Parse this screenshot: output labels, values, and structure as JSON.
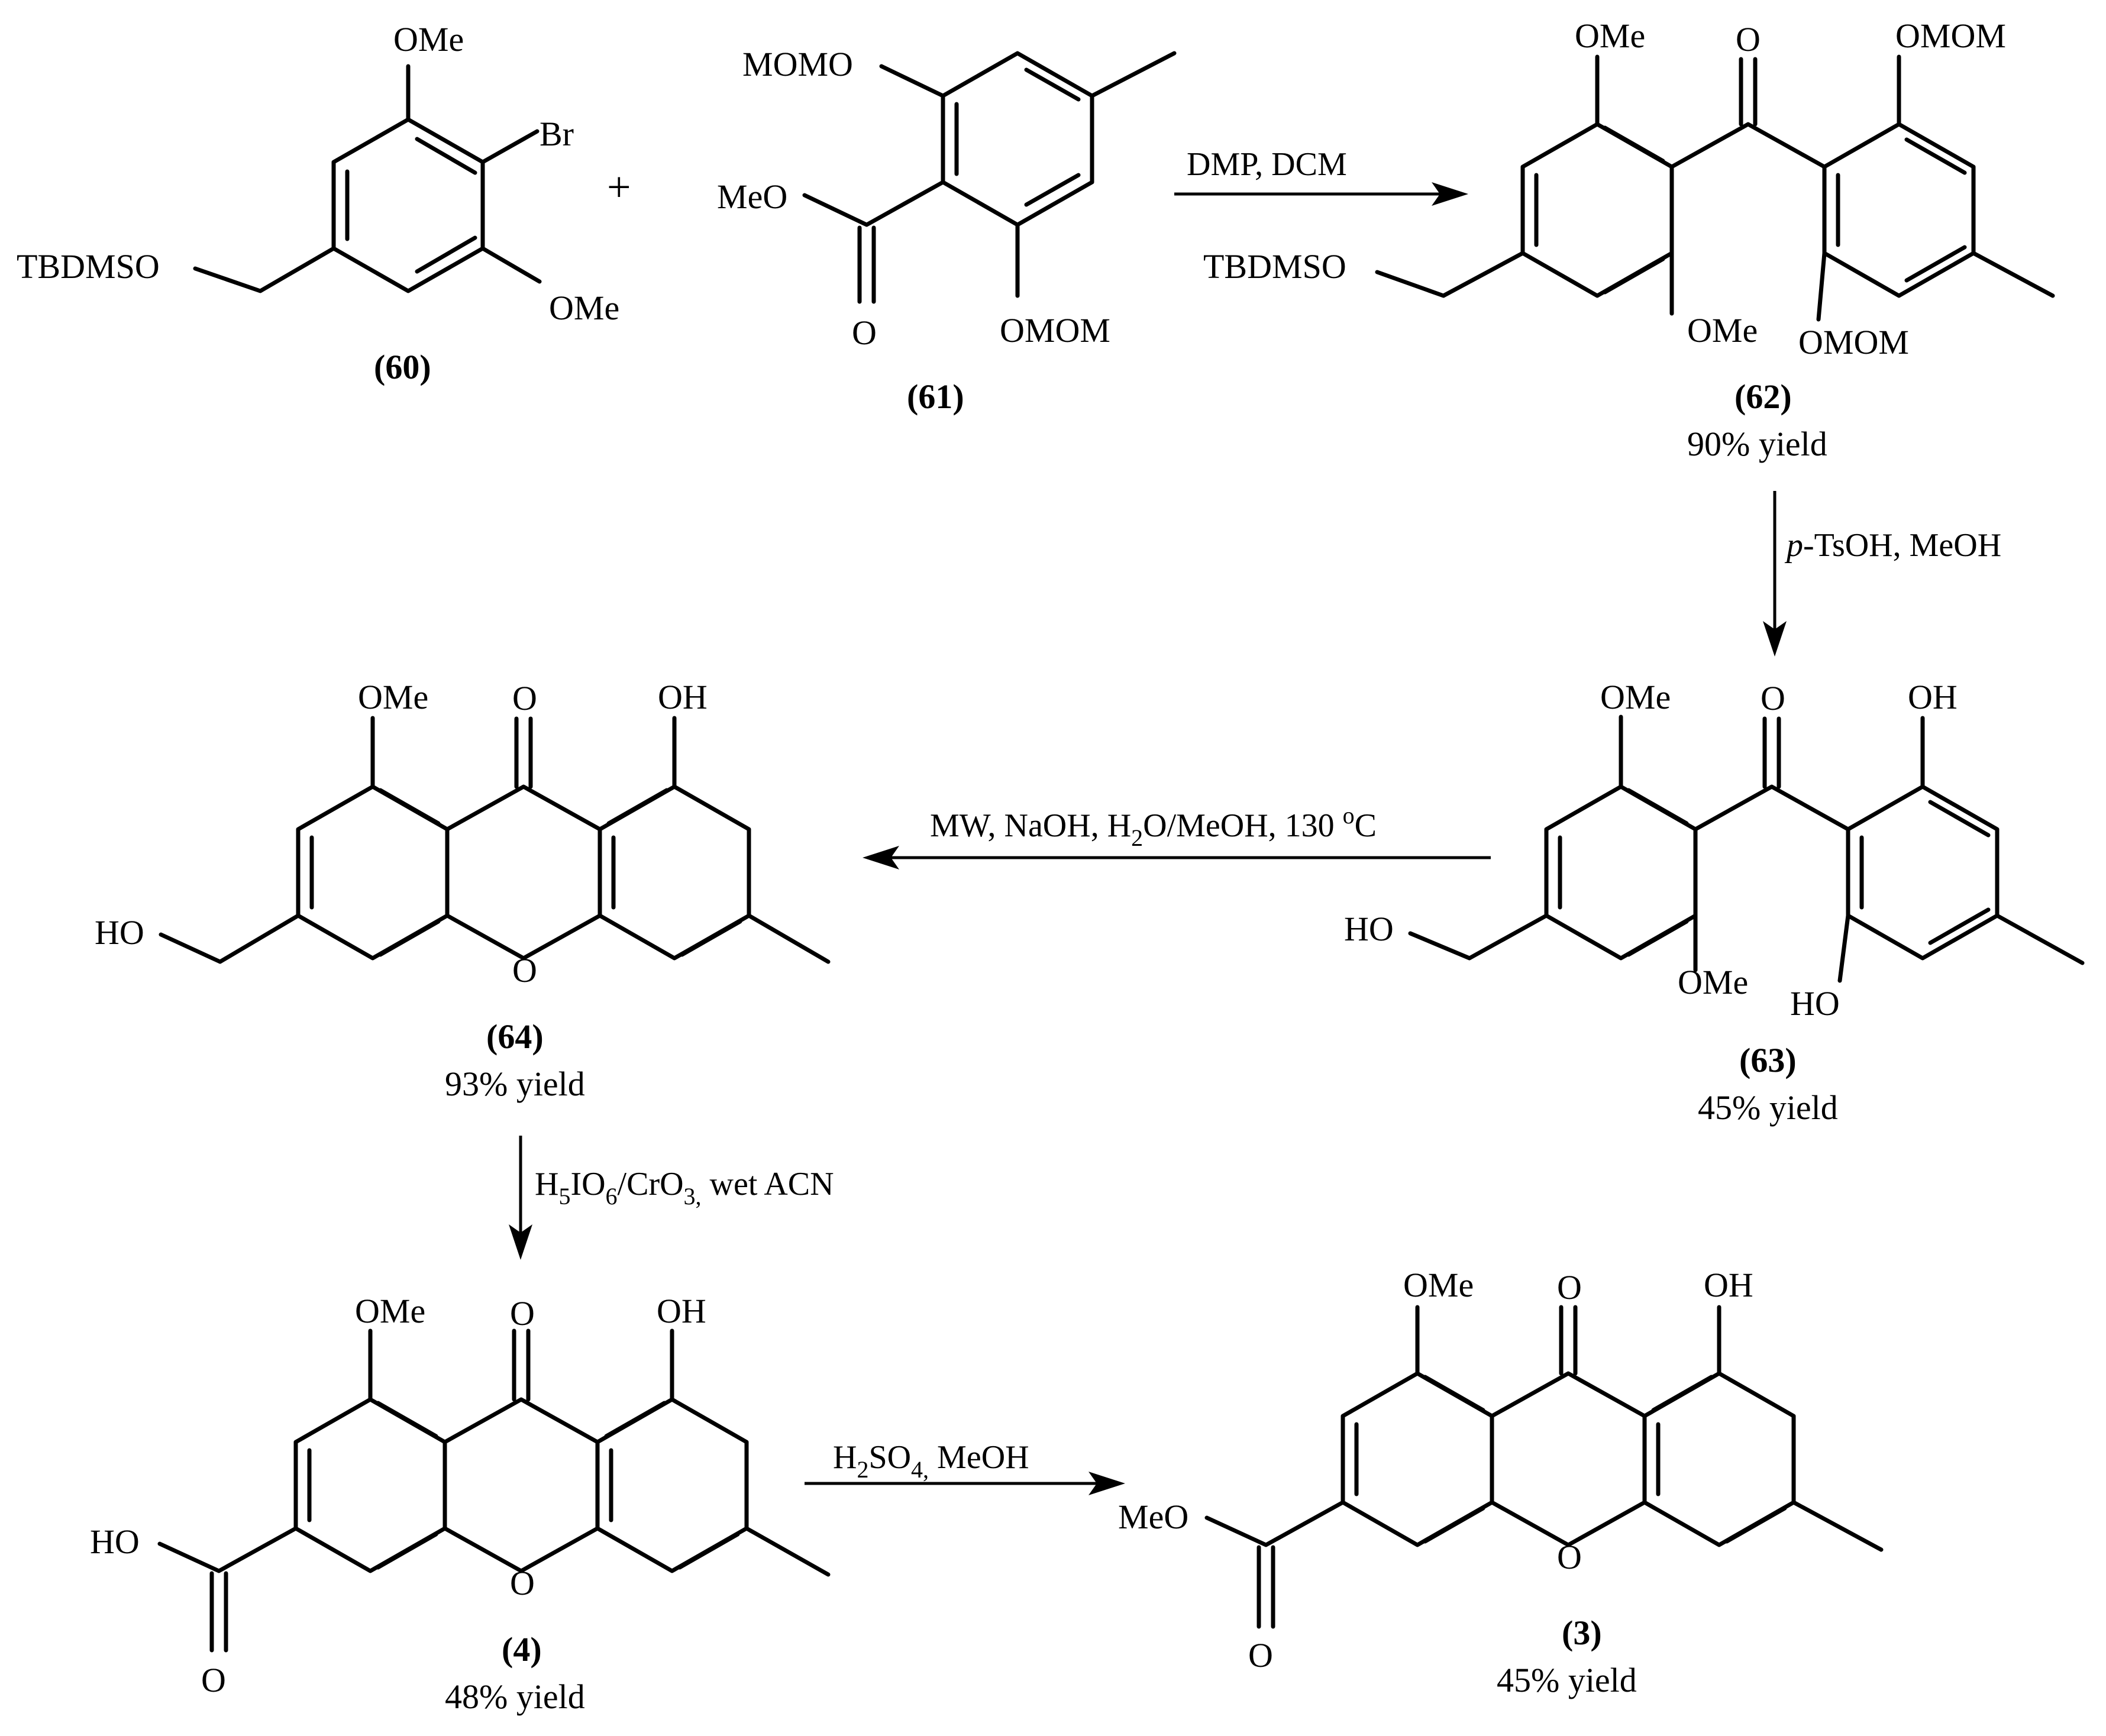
{
  "compounds": {
    "c60": {
      "number": "(60)",
      "labels": {
        "ome_top": "OMe",
        "br": "Br",
        "ome_bottom": "OMe",
        "tbdmso": "TBDMSO"
      }
    },
    "plus": "+",
    "c61": {
      "number": "(61)",
      "labels": {
        "momo": "MOMO",
        "meo": "MeO",
        "o": "O",
        "omom": "OMOM"
      }
    },
    "c62": {
      "number": "(62)",
      "yield": "90% yield",
      "labels": {
        "ome_top": "OMe",
        "o": "O",
        "omom_top": "OMOM",
        "tbdmso": "TBDMSO",
        "ome_bottom": "OMe",
        "omom_bottom": "OMOM"
      }
    },
    "c63": {
      "number": "(63)",
      "yield": "45% yield",
      "labels": {
        "ome_top": "OMe",
        "o": "O",
        "oh_top": "OH",
        "ho": "HO",
        "ome_bottom": "OMe",
        "ho_bottom": "HO"
      }
    },
    "c64": {
      "number": "(64)",
      "yield": "93% yield",
      "labels": {
        "ome": "OMe",
        "o_carbonyl": "O",
        "oh": "OH",
        "ho": "HO",
        "o_ring": "O"
      }
    },
    "c4": {
      "number": "(4)",
      "yield": "48% yield",
      "labels": {
        "ome": "OMe",
        "o_carbonyl": "O",
        "oh": "OH",
        "ho": "HO",
        "o_ring": "O",
        "o_acid": "O"
      }
    },
    "c3": {
      "number": "(3)",
      "yield": "45% yield",
      "labels": {
        "ome": "OMe",
        "o_carbonyl": "O",
        "oh": "OH",
        "meo": "MeO",
        "o_ring": "O",
        "o_ester": "O"
      }
    }
  },
  "reactions": {
    "r1": {
      "conditions": "DMP, DCM"
    },
    "r2": {
      "conditions_italic": "p",
      "conditions_rest": "-TsOH, MeOH"
    },
    "r3": {
      "c1": "MW, NaOH, H",
      "c1_sub": "2",
      "c2": "O/MeOH, 130 ",
      "c2_sup": "o",
      "c3": "C"
    },
    "r4": {
      "c1": "H",
      "c1_sub": "5",
      "c2": "IO",
      "c2_sub": "6",
      "c3": "/CrO",
      "c3_sub": "3,",
      "c4": " wet ACN"
    },
    "r5": {
      "c1": "H",
      "c1_sub": "2",
      "c2": "SO",
      "c2_sub": "4,",
      "c3": " MeOH"
    }
  }
}
